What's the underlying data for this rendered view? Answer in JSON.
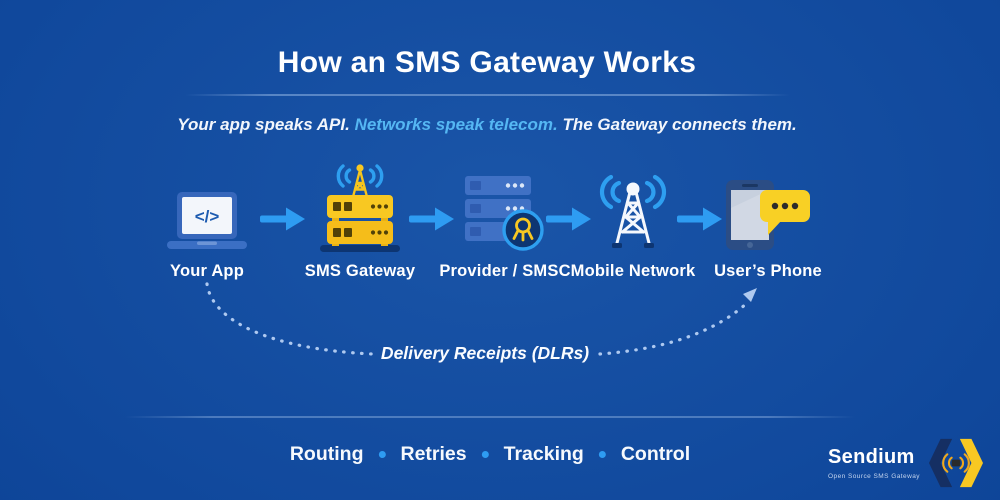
{
  "header": {
    "title": "How an SMS Gateway Works",
    "subtitle": {
      "part1": "Your app speaks API. ",
      "highlight": "Networks speak telecom.",
      "part2": " The Gateway connects them."
    }
  },
  "flow": {
    "code_glyph": "</>",
    "steps": [
      {
        "label": "Your App",
        "icon": "laptop-code-icon"
      },
      {
        "label": "SMS Gateway",
        "icon": "server-antenna-icon"
      },
      {
        "label": "Provider / SMSC",
        "icon": "server-badge-icon"
      },
      {
        "label": "Mobile Network",
        "icon": "radio-tower-icon"
      },
      {
        "label": "User’s Phone",
        "icon": "phone-message-icon"
      }
    ],
    "dlr_label": "Delivery Receipts (DLRs)"
  },
  "footer": {
    "features": [
      "Routing",
      "Retries",
      "Tracking",
      "Control"
    ],
    "brand": {
      "name": "Sendium",
      "tagline": "Open Source SMS Gateway"
    }
  },
  "colors": {
    "background_center": "#1a55a8",
    "background_edge": "#0a3e90",
    "accent_arrow": "#2e9cf2",
    "subtitle_highlight": "#55b7f3",
    "icon_yellow": "#f8c822",
    "dotted_line": "#aec9f0"
  }
}
